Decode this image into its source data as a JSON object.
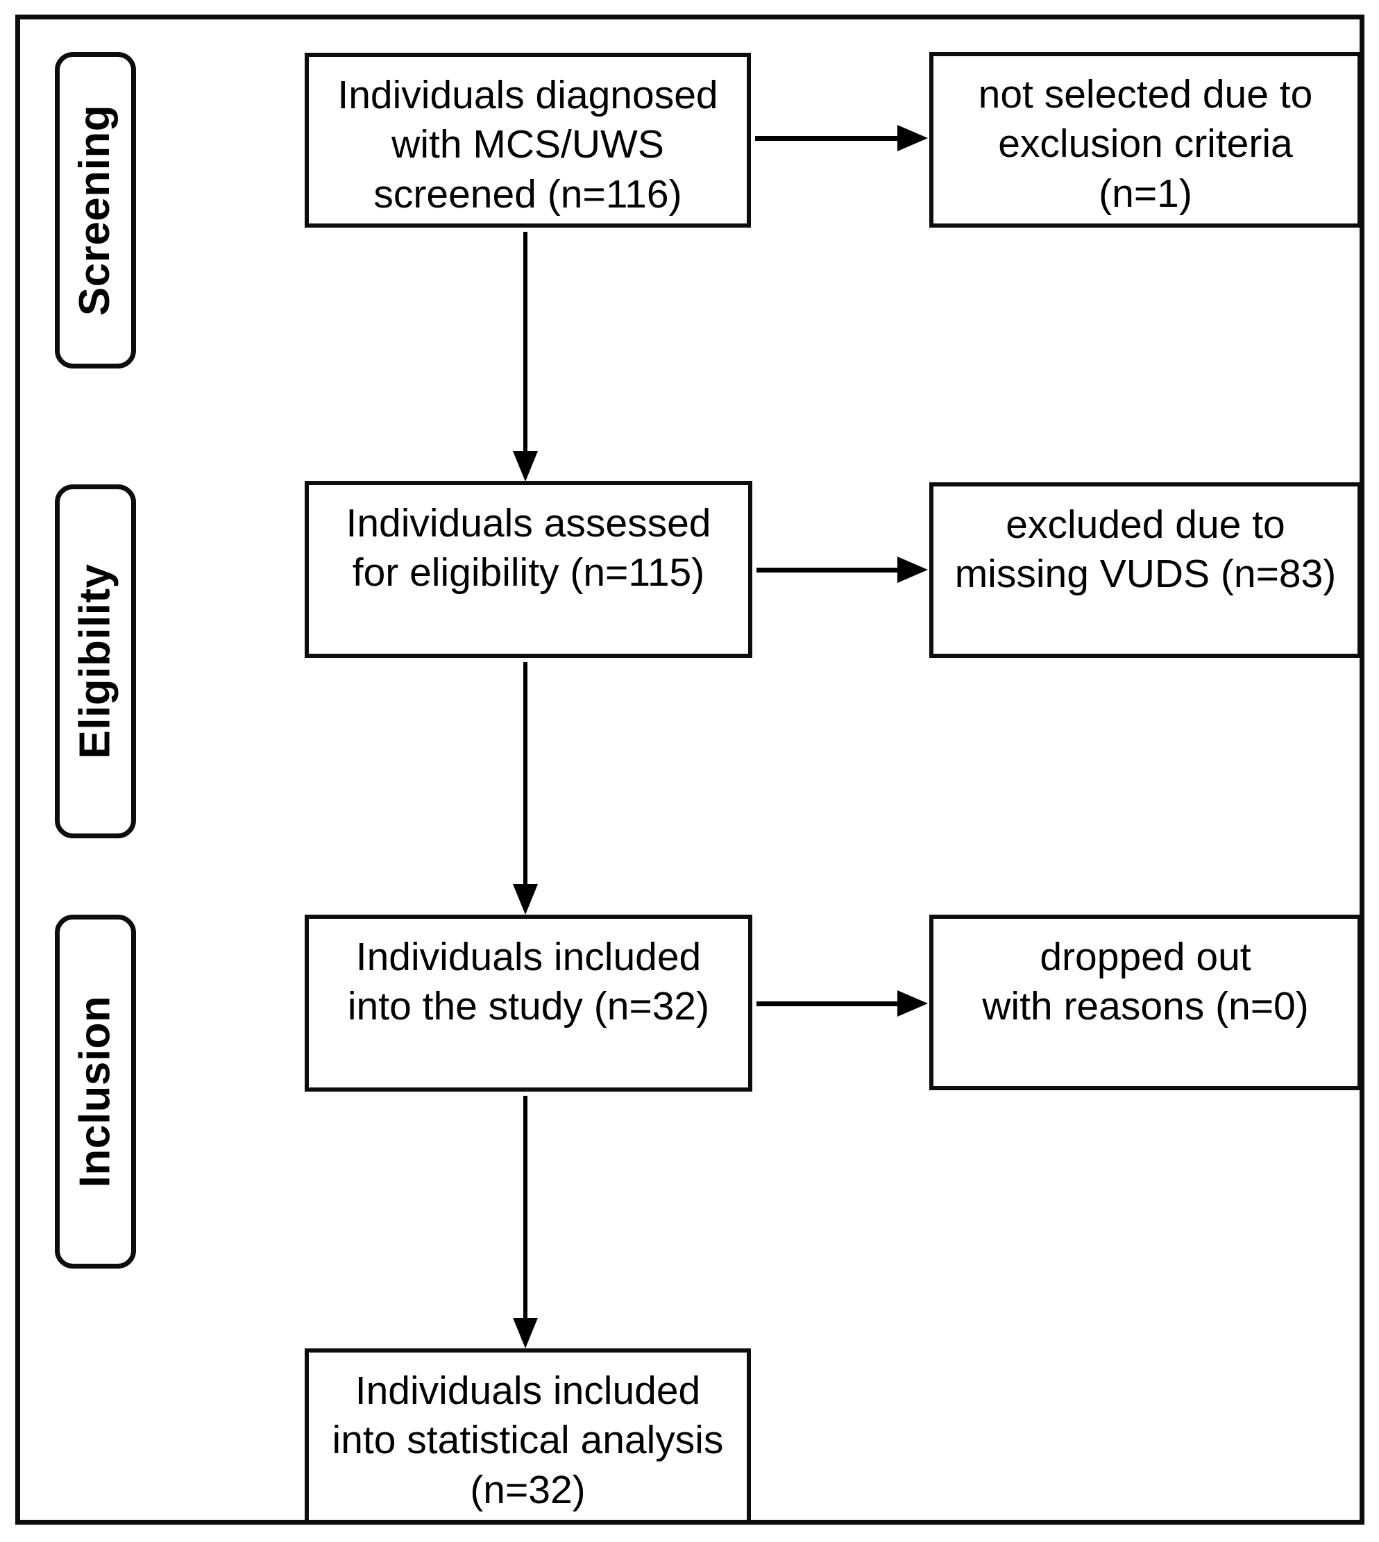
{
  "diagram": {
    "title": "PRISMA-style participant flow diagram",
    "frame": {
      "border_color": "#0d0d0d",
      "background": "#ffffff"
    },
    "stages": [
      {
        "id": "screening",
        "label": "Screening"
      },
      {
        "id": "eligibility",
        "label": "Eligibility"
      },
      {
        "id": "inclusion",
        "label": "Inclusion"
      }
    ],
    "nodes": [
      {
        "id": "screened",
        "stage": "screening",
        "column": "main",
        "text": "Individuals diagnosed\nwith MCS/UWS\nscreened (n=116)",
        "n": 116
      },
      {
        "id": "not-selected",
        "stage": "screening",
        "column": "exclusion",
        "text": "not selected due to\nexclusion criteria\n(n=1)",
        "n": 1
      },
      {
        "id": "assessed",
        "stage": "eligibility",
        "column": "main",
        "text": "Individuals assessed\nfor eligibility (n=115)",
        "n": 115
      },
      {
        "id": "excluded-vuds",
        "stage": "eligibility",
        "column": "exclusion",
        "text": "excluded due to\nmissing VUDS (n=83)",
        "n": 83
      },
      {
        "id": "included-study",
        "stage": "inclusion",
        "column": "main",
        "text": "Individuals included\ninto the study (n=32)",
        "n": 32
      },
      {
        "id": "dropped-out",
        "stage": "inclusion",
        "column": "exclusion",
        "text": "dropped out\nwith reasons (n=0)",
        "n": 0
      },
      {
        "id": "included-stats",
        "stage": "inclusion",
        "column": "main",
        "text": "Individuals included\ninto statistical analysis\n(n=32)",
        "n": 32
      }
    ],
    "connectors": [
      {
        "id": "v1",
        "from": "screened",
        "to": "assessed",
        "direction": "down"
      },
      {
        "id": "v2",
        "from": "assessed",
        "to": "included-study",
        "direction": "down"
      },
      {
        "id": "v3",
        "from": "included-study",
        "to": "included-stats",
        "direction": "down"
      },
      {
        "id": "h1",
        "from": "screened",
        "to": "not-selected",
        "direction": "right"
      },
      {
        "id": "h2",
        "from": "assessed",
        "to": "excluded-vuds",
        "direction": "right"
      },
      {
        "id": "h3",
        "from": "included-study",
        "to": "dropped-out",
        "direction": "right"
      }
    ]
  }
}
